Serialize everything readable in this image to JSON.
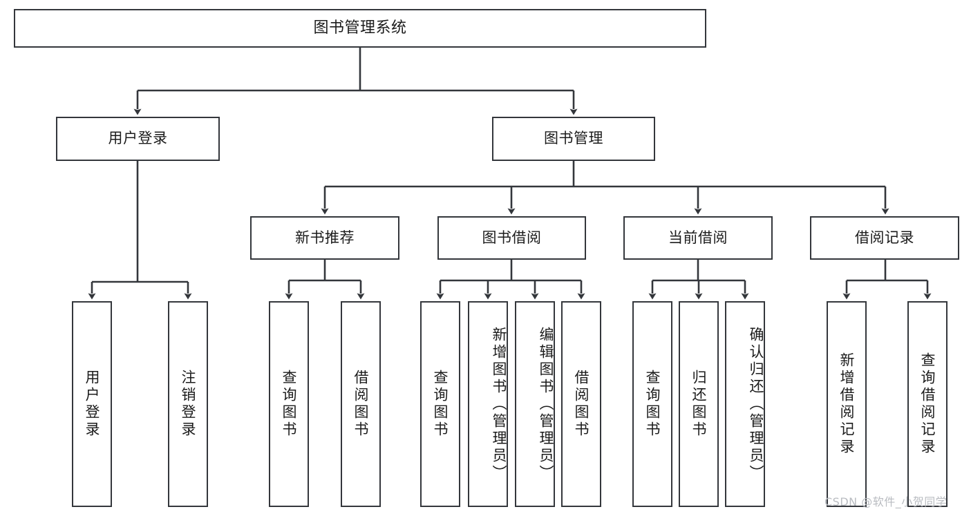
{
  "diagram": {
    "title": "图书管理系统",
    "type": "tree-hierarchy-diagram",
    "colors": {
      "box_border": "#33363b",
      "box_fill": "#ffffff",
      "edge": "#33363b",
      "text": "#1b1b1b",
      "watermark": "#b9bcc1"
    },
    "levels": {
      "level0": [
        {
          "id": "root",
          "label": "图书管理系统"
        }
      ],
      "level1": [
        {
          "id": "user-login",
          "label": "用户登录"
        },
        {
          "id": "book-management",
          "label": "图书管理"
        }
      ],
      "level2": [
        {
          "id": "new-book-recommend",
          "label": "新书推荐"
        },
        {
          "id": "book-borrow",
          "label": "图书借阅"
        },
        {
          "id": "current-borrow",
          "label": "当前借阅"
        },
        {
          "id": "borrow-record",
          "label": "借阅记录"
        }
      ],
      "level3": [
        {
          "id": "leaf-user-login",
          "label": "用户登录",
          "parent": "user-login"
        },
        {
          "id": "leaf-logout-login",
          "label": "注销登录",
          "parent": "user-login"
        },
        {
          "id": "leaf-query-book-1",
          "label": "查询图书",
          "parent": "new-book-recommend"
        },
        {
          "id": "leaf-borrow-book-1",
          "label": "借阅图书",
          "parent": "new-book-recommend"
        },
        {
          "id": "leaf-query-book-2",
          "label": "查询图书",
          "parent": "book-borrow"
        },
        {
          "id": "leaf-add-book",
          "label": "新增图书（管理员）",
          "parent": "book-borrow"
        },
        {
          "id": "leaf-edit-book",
          "label": "编辑图书（管理员）",
          "parent": "book-borrow"
        },
        {
          "id": "leaf-borrow-book-2",
          "label": "借阅图书",
          "parent": "book-borrow"
        },
        {
          "id": "leaf-query-book-3",
          "label": "查询图书",
          "parent": "current-borrow"
        },
        {
          "id": "leaf-return-book",
          "label": "归还图书",
          "parent": "current-borrow"
        },
        {
          "id": "leaf-confirm-return",
          "label": "确认归还（管理员）",
          "parent": "current-borrow"
        },
        {
          "id": "leaf-add-record",
          "label": "新增借阅记录",
          "parent": "borrow-record"
        },
        {
          "id": "leaf-query-record",
          "label": "查询借阅记录",
          "parent": "borrow-record"
        }
      ]
    }
  },
  "watermark": {
    "text": "CSDN @软件_小贺同学"
  }
}
